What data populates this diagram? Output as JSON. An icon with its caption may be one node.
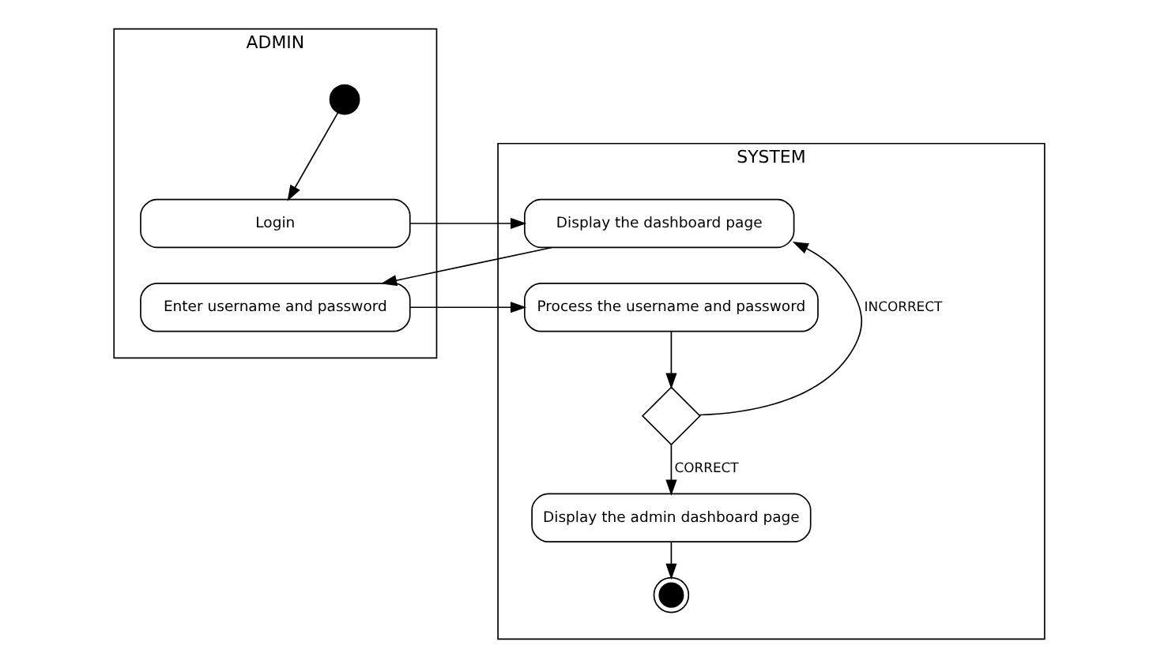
{
  "diagram": {
    "nodes": [
      {
        "text": [
          "ADMIN"
        ]
      },
      {
        "text": [
          "SYSTEM"
        ]
      },
      {
        "text": [],
        "shape": "circle",
        "in": 0
      },
      {
        "text": [
          "Login"
        ],
        "in": 0
      },
      {
        "text": [
          "Enter username and password"
        ],
        "in": 0
      },
      {
        "text": [
          "Display the dashboard page"
        ],
        "in": 1
      },
      {
        "text": [
          "Process the username and password"
        ],
        "in": 1
      },
      {
        "text": [],
        "shape": "diamond",
        "in": 1
      },
      {
        "text": [
          "Display the admin dashboard page"
        ],
        "in": 1
      },
      {
        "text": [],
        "shape": "circle",
        "in": 1
      }
    ],
    "edges": [
      {
        "from": 2,
        "to": 3,
        "arrow": "to"
      },
      {
        "from": 3,
        "to": 5,
        "arrow": "to"
      },
      {
        "from": 5,
        "to": 4,
        "arrow": "to"
      },
      {
        "from": 4,
        "to": 6,
        "arrow": "to"
      },
      {
        "from": 6,
        "to": 7,
        "arrow": "to"
      },
      {
        "from": 7,
        "to": 5,
        "arrow": "to",
        "label": "INCORRECT"
      },
      {
        "from": 7,
        "to": 8,
        "arrow": "to",
        "label": "CORRECT"
      },
      {
        "from": 8,
        "to": 9,
        "arrow": "to"
      }
    ]
  }
}
